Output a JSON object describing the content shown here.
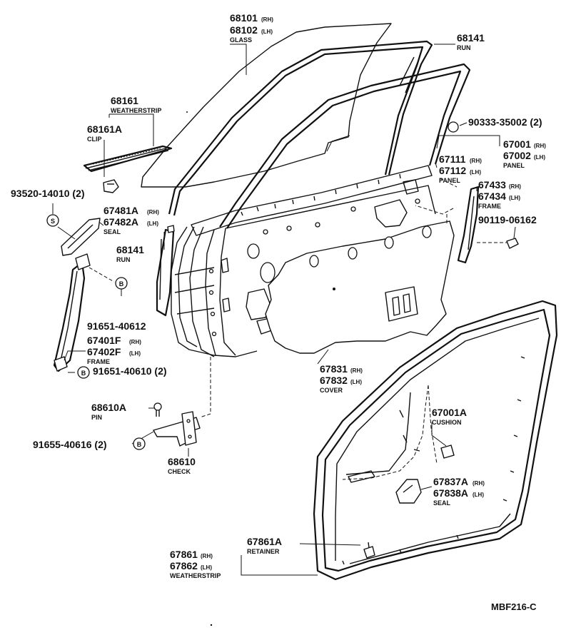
{
  "diagram": {
    "code": "MBF216-C",
    "labels": {
      "glass_rh": "68101",
      "glass_lh": "68102",
      "glass_desc": "GLASS",
      "run_top": "68141",
      "run_top_desc": "RUN",
      "weatherstrip_belt": "68161",
      "weatherstrip_belt_desc": "WEATHERSTRIP",
      "clip": "68161A",
      "clip_desc": "CLIP",
      "screw_93520": "93520-14010 (2)",
      "seal_rh": "67481A",
      "seal_lh": "67482A",
      "seal_desc": "SEAL",
      "run_side": "68141",
      "run_side_desc": "RUN",
      "bolt_91651_a": "91651-40612",
      "frame_rh": "67401F",
      "frame_lh": "67402F",
      "frame_desc": "FRAME",
      "bolt_91651_b": "91651-40610 (2)",
      "pin": "68610A",
      "pin_desc": "PIN",
      "bolt_91655": "91655-40616 (2)",
      "check": "68610",
      "check_desc": "CHECK",
      "plug_90333": "90333-35002 (2)",
      "panel_rh": "67001",
      "panel_lh": "67002",
      "panel_desc": "PANEL",
      "inner_panel_rh": "67111",
      "inner_panel_lh": "67112",
      "inner_panel_desc": "PANEL",
      "rear_frame_rh": "67433",
      "rear_frame_lh": "67434",
      "rear_frame_desc": "FRAME",
      "screw_90119": "90119-06162",
      "cover_rh": "67831",
      "cover_lh": "67832",
      "cover_desc": "COVER",
      "cushion": "67001A",
      "cushion_desc": "CUSHION",
      "seal2_rh": "67837A",
      "seal2_lh": "67838A",
      "seal2_desc": "SEAL",
      "retainer": "67861A",
      "retainer_desc": "RETAINER",
      "door_ws_rh": "67861",
      "door_ws_lh": "67862",
      "door_ws_desc": "WEATHERSTRIP",
      "rh": "(RH)",
      "lh": "(LH)",
      "callout_s": "S",
      "callout_b": "B"
    }
  }
}
